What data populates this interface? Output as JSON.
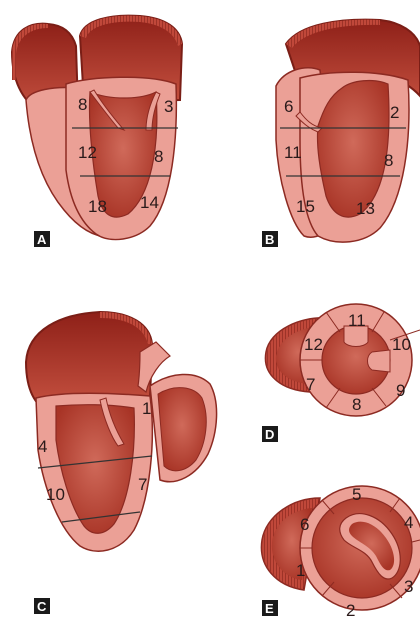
{
  "colors": {
    "wall": "#f0a6a0",
    "cavity": "#c65242",
    "cavity_dark": "#9e2b22",
    "outline": "#8c2a22",
    "line": "#333333",
    "tag_bg": "#1a1a1a"
  },
  "panels": {
    "A": {
      "tag": "A",
      "segments": [
        "8",
        "3",
        "12",
        "8",
        "18",
        "14"
      ]
    },
    "B": {
      "tag": "B",
      "segments": [
        "6",
        "2",
        "11",
        "8",
        "15",
        "13"
      ]
    },
    "C": {
      "tag": "C",
      "segments": [
        "4",
        "1",
        "10",
        "7"
      ]
    },
    "D": {
      "tag": "D",
      "segments": [
        "11",
        "12",
        "10",
        "7",
        "9",
        "8"
      ]
    },
    "E": {
      "tag": "E",
      "segments": [
        "5",
        "6",
        "4",
        "1",
        "3",
        "2"
      ]
    }
  }
}
